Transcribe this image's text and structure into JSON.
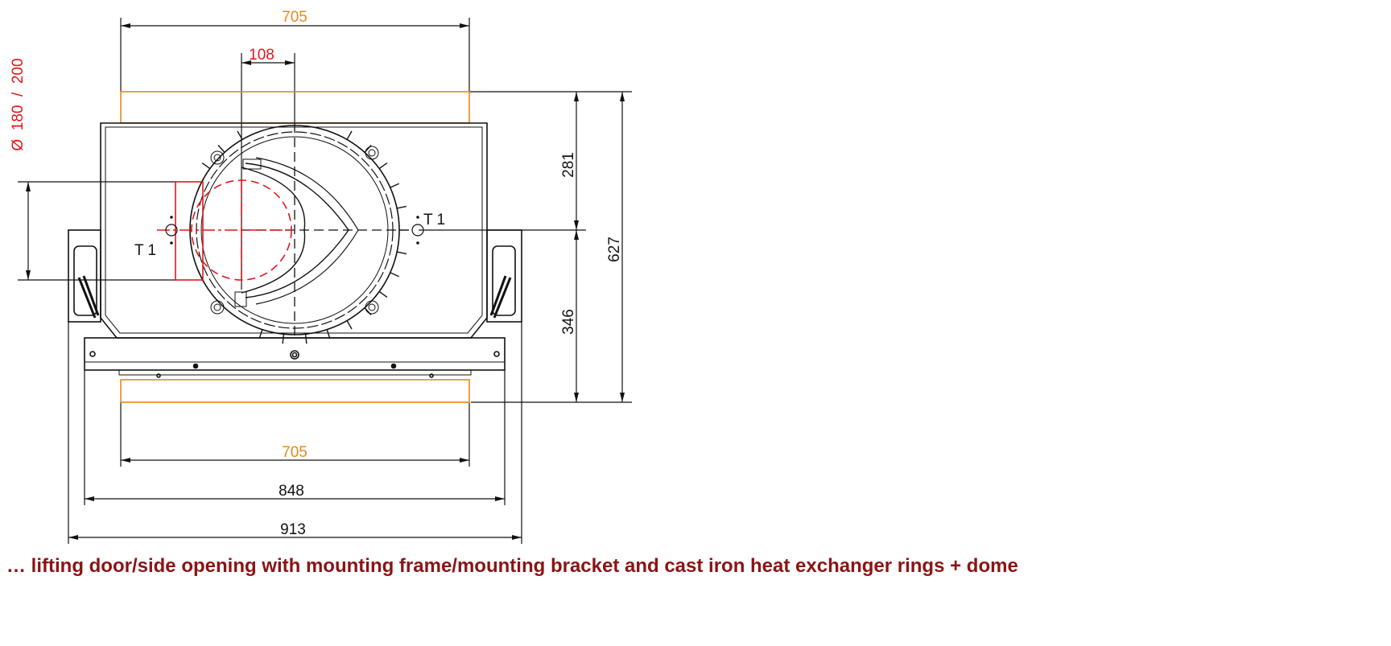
{
  "dimensions": {
    "top_width": "705",
    "offset": "108",
    "upper_height": "281",
    "lower_height": "346",
    "total_height": "627",
    "bottom_width": "705",
    "frame_width": "848",
    "overall_width": "913",
    "flue_diameter": "Ø  180  /  200"
  },
  "labels": {
    "t1_left": "T 1",
    "t1_right": "T 1"
  },
  "caption": "… lifting door/side opening with mounting frame/mounting bracket and cast iron heat exchanger rings + dome",
  "colors": {
    "orange": "#e8891a",
    "red": "#e2161b",
    "caption": "#8b1414",
    "line": "#111111"
  }
}
